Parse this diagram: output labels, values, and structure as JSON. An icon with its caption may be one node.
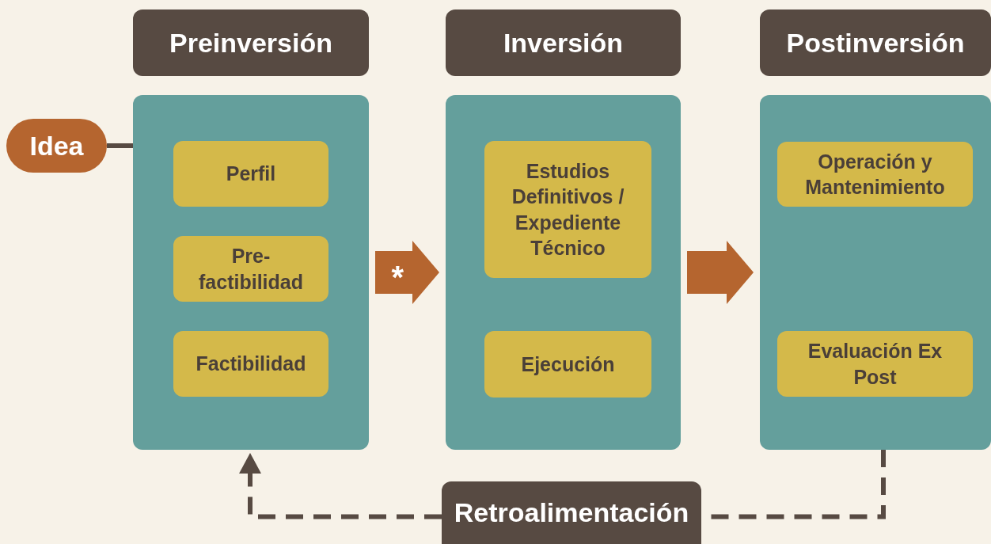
{
  "diagram": {
    "nodes": [
      {
        "text": [
          "Preinversión"
        ]
      },
      {
        "text": [
          "Inversión"
        ]
      },
      {
        "text": [
          "Postinversión"
        ]
      },
      {
        "text": [
          "Idea"
        ]
      },
      {
        "text": [],
        "shape": "box"
      },
      {
        "text": [
          "Perfil"
        ],
        "in": 4
      },
      {
        "text": [
          "Pre- factibilidad"
        ],
        "in": 4
      },
      {
        "text": [
          "Factibilidad"
        ],
        "in": 4
      },
      {
        "text": [],
        "shape": "box"
      },
      {
        "text": [
          "Estudios Definitivos / Expediente Técnico"
        ],
        "in": 8
      },
      {
        "text": [
          "Ejecución"
        ],
        "in": 8
      },
      {
        "text": [],
        "shape": "box"
      },
      {
        "text": [
          "Operación y Mantenimiento"
        ],
        "in": 11
      },
      {
        "text": [
          "Evaluación Ex Post"
        ],
        "in": 11
      },
      {
        "text": [
          "Retroalimentación"
        ]
      }
    ],
    "edges": [
      {
        "from": 3,
        "to": 4,
        "arrow": "none"
      },
      {
        "from": 4,
        "to": 8,
        "arrow": "to",
        "label": "*",
        "style": "thick",
        "color": "#b5652f"
      },
      {
        "from": 8,
        "to": 11,
        "arrow": "to",
        "style": "thick",
        "color": "#b5652f"
      },
      {
        "from": 11,
        "to": 14,
        "arrow": "none",
        "style": "dashed"
      },
      {
        "from": 14,
        "to": 4,
        "arrow": "to",
        "style": "dashed"
      }
    ]
  }
}
